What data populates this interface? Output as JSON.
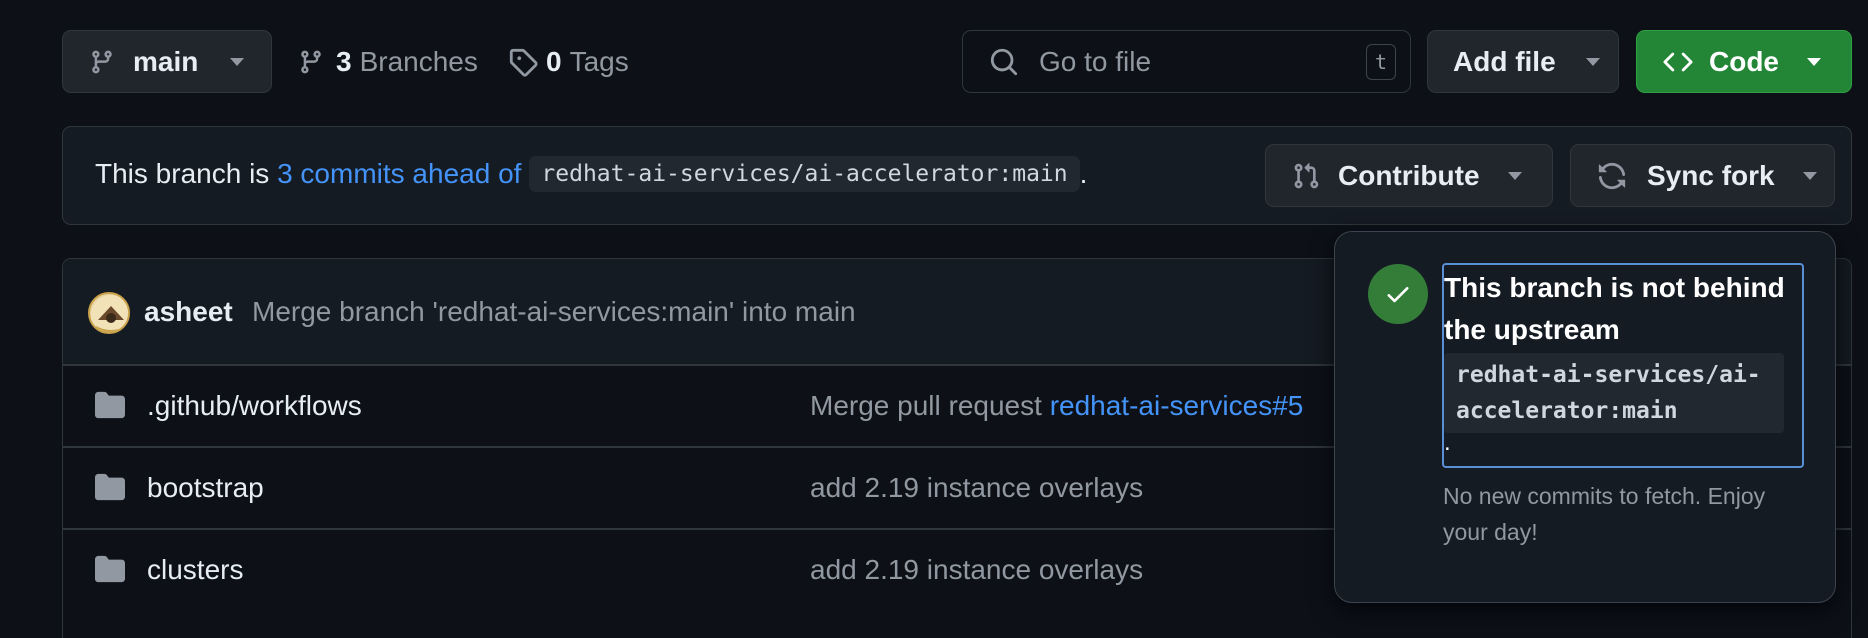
{
  "toolbar": {
    "branch_name": "main",
    "branches_count": "3",
    "branches_label": "Branches",
    "tags_count": "0",
    "tags_label": "Tags",
    "search_placeholder": "Go to file",
    "search_shortcut": "t",
    "add_file_label": "Add file",
    "code_label": "Code"
  },
  "banner": {
    "prefix": "This branch is ",
    "ahead_link": "3 commits ahead of",
    "upstream": "redhat-ai-services/ai-accelerator:main",
    "suffix": ".",
    "contribute_label": "Contribute",
    "sync_fork_label": "Sync fork"
  },
  "latest_commit": {
    "author": "asheet",
    "message": "Merge branch 'redhat-ai-services:main' into main"
  },
  "files": [
    {
      "name": ".github/workflows",
      "message_prefix": "Merge pull request ",
      "message_link": "redhat-ai-services#5",
      "message": ""
    },
    {
      "name": "bootstrap",
      "message_prefix": "",
      "message_link": "",
      "message": "add 2.19 instance overlays"
    },
    {
      "name": "clusters",
      "message_prefix": "",
      "message_link": "",
      "message": "add 2.19 instance overlays"
    }
  ],
  "sync_popover": {
    "title": "This branch is not behind the upstream",
    "upstream": "redhat-ai-services/ai-accelerator:main",
    "period": ".",
    "note": "No new commits to fetch. Enjoy your day!"
  },
  "colors": {
    "background": "#0d1117",
    "link": "#4493f8",
    "code_button": "#238636",
    "success": "#347d39"
  },
  "icons": [
    "git-branch-icon",
    "tag-icon",
    "search-icon",
    "code-icon",
    "git-pull-request-icon",
    "sync-icon",
    "folder-icon",
    "check-icon",
    "avatar"
  ]
}
